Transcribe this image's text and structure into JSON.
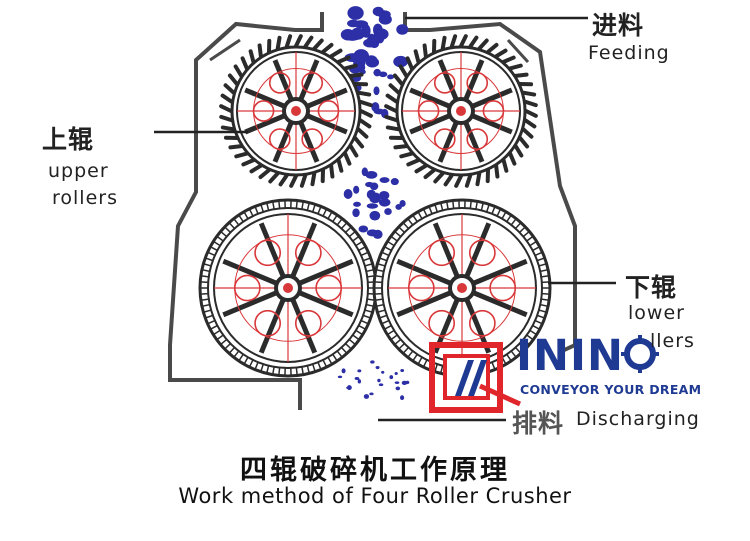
{
  "labels": {
    "feeding_cn": "进料",
    "feeding_en": "Feeding",
    "upper_cn": "上辊",
    "upper_en_1": "upper",
    "upper_en_2": "rollers",
    "lower_cn": "下辊",
    "lower_en_1": "lower",
    "lower_en_2": "llers",
    "discharge_cn": "排料",
    "discharge_en": "Discharging"
  },
  "caption": {
    "cn": "四辊破碎机工作原理",
    "en": "Work method of Four Roller Crusher"
  },
  "logo": {
    "name": "ININ",
    "slogan": "CONVEYOR YOUR DREAM"
  },
  "colors": {
    "housing": "#4a4a4a",
    "roller": "#2b2b2b",
    "spoke_red": "#d9383a",
    "material_blue": "#2c2fa6",
    "logo_red": "#e0262b",
    "logo_blue": "#1f3a93"
  }
}
